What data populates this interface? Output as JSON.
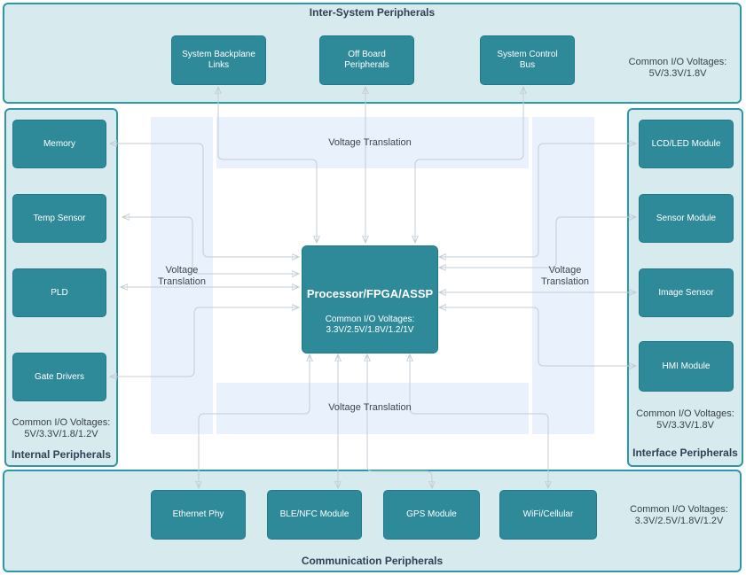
{
  "labels": {
    "voltage_translation": "Voltage Translation"
  },
  "regions": {
    "top": {
      "title": "Inter-System Peripherals",
      "blocks": [
        "System Backplane Links",
        "Off Board Peripherals",
        "System Control Bus"
      ],
      "voltages_label": "Common I/O Voltages:",
      "voltages": "5V/3.3V/1.8V"
    },
    "left": {
      "title": "Internal Peripherals",
      "blocks": [
        "Memory",
        "Temp Sensor",
        "PLD",
        "Gate Drivers"
      ],
      "voltages_label": "Common I/O Voltages:",
      "voltages": "5V/3.3V/1.8/1.2V"
    },
    "right": {
      "title": "Interface Peripherals",
      "blocks": [
        "LCD/LED Module",
        "Sensor Module",
        "Image Sensor",
        "HMI Module"
      ],
      "voltages_label": "Common I/O Voltages:",
      "voltages": "5V/3.3V/1.8V"
    },
    "bottom": {
      "title": "Communication Peripherals",
      "blocks": [
        "Ethernet Phy",
        "BLE/NFC Module",
        "GPS Module",
        "WiFi/Cellular"
      ],
      "voltages_label": "Common I/O Voltages:",
      "voltages": "3.3V/2.5V/1.8V/1.2V"
    },
    "center": {
      "title": "Processor/FPGA/ASSP",
      "voltages_label": "Common I/O Voltages:",
      "voltages": "3.3V/2.5V/1.8V/1.2/1V"
    }
  },
  "connections": [
    {
      "from": "Processor/FPGA/ASSP",
      "to": "System Backplane Links",
      "bidirectional": true
    },
    {
      "from": "Processor/FPGA/ASSP",
      "to": "Off Board Peripherals",
      "bidirectional": true
    },
    {
      "from": "Processor/FPGA/ASSP",
      "to": "System Control Bus",
      "bidirectional": true
    },
    {
      "from": "Processor/FPGA/ASSP",
      "to": "Memory",
      "bidirectional": true
    },
    {
      "from": "Processor/FPGA/ASSP",
      "to": "Temp Sensor",
      "bidirectional": true
    },
    {
      "from": "Processor/FPGA/ASSP",
      "to": "PLD",
      "bidirectional": true
    },
    {
      "from": "Processor/FPGA/ASSP",
      "to": "Gate Drivers",
      "bidirectional": true
    },
    {
      "from": "Processor/FPGA/ASSP",
      "to": "LCD/LED Module",
      "bidirectional": true
    },
    {
      "from": "Processor/FPGA/ASSP",
      "to": "Sensor Module",
      "bidirectional": true
    },
    {
      "from": "Processor/FPGA/ASSP",
      "to": "Image Sensor",
      "bidirectional": true
    },
    {
      "from": "Processor/FPGA/ASSP",
      "to": "HMI Module",
      "bidirectional": true
    },
    {
      "from": "Processor/FPGA/ASSP",
      "to": "Ethernet Phy",
      "bidirectional": true
    },
    {
      "from": "Processor/FPGA/ASSP",
      "to": "BLE/NFC Module",
      "bidirectional": true
    },
    {
      "from": "Processor/FPGA/ASSP",
      "to": "GPS Module",
      "bidirectional": true
    },
    {
      "from": "Processor/FPGA/ASSP",
      "to": "WiFi/Cellular",
      "bidirectional": true
    }
  ],
  "colors": {
    "node_fill": "#2e8a99",
    "node_border": "#20798a",
    "container_fill": "#d7ebee",
    "container_border": "#2d98a6",
    "translation_band": "#e9f1fd",
    "wire": "#c3ccd6",
    "arrowhead": "#b6c1cb",
    "title_text": "#2d4355",
    "annotation_text": "#37424c",
    "node_text": "#ffffff"
  }
}
